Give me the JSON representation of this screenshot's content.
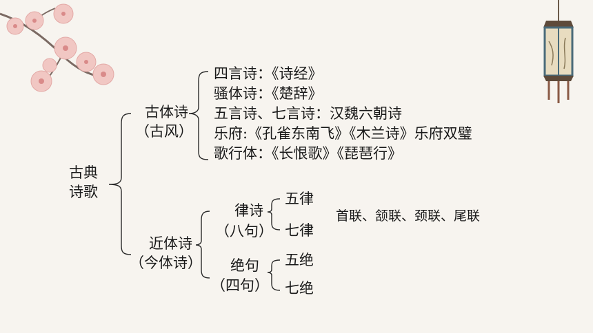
{
  "root": {
    "line1": "古典",
    "line2": "诗歌"
  },
  "ancient": {
    "title": "古体诗",
    "alias": "（古风）",
    "items": [
      "四言诗：《诗经》",
      "骚体诗：《楚辞》",
      "五言诗、七言诗：汉魏六朝诗",
      "乐府:《孔雀东南飞》《木兰诗》乐府双璧",
      "歌行体：《长恨歌》《琵琶行》"
    ]
  },
  "modern": {
    "title": "近体诗",
    "alias": "（今体诗）",
    "lushi": {
      "title": "律诗",
      "alias": "（八句）",
      "types": [
        "五律",
        "七律"
      ],
      "note": "首联、颔联、颈联、尾联"
    },
    "jueju": {
      "title": "绝句",
      "alias": "（四句）",
      "types": [
        "五绝",
        "七绝"
      ]
    }
  }
}
